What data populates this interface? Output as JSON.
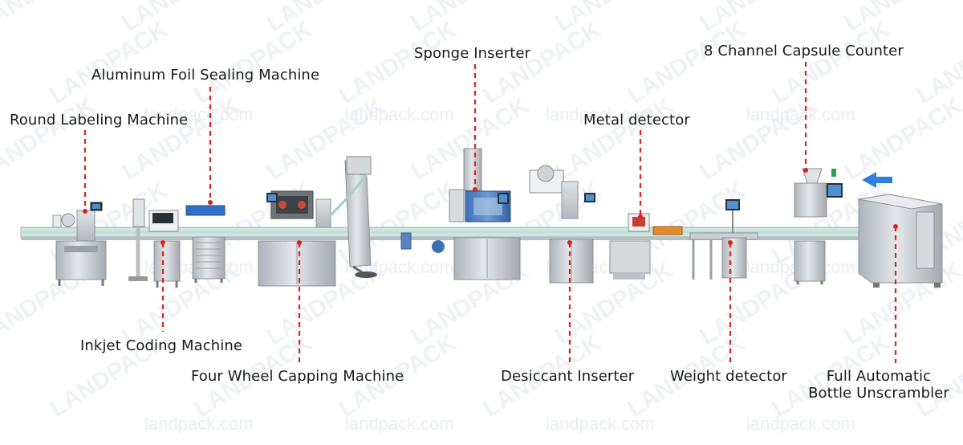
{
  "labels": {
    "round_labeling": "Round Labeling Machine",
    "aluminum_foil": "Aluminum Foil Sealing Machine",
    "inkjet": "Inkjet Coding Machine",
    "four_wheel": "Four Wheel Capping Machine",
    "sponge": "Sponge Inserter",
    "desiccant": "Desiccant Inserter",
    "metal": "Metal detector",
    "weight": "Weight detector",
    "capsule_counter": "8 Channel Capsule Counter",
    "unscrambler_line1": "Full Automatic",
    "unscrambler_line2": "Bottle Unscrambler"
  },
  "watermarks": {
    "logo_text": "LANDPACK",
    "url_text": "landpack.com"
  },
  "flow_direction": "left",
  "colors": {
    "leader": "#d9251d",
    "arrow": "#2f7fe0",
    "steel": "#c9cdd2",
    "watermark": "#e3e8f1"
  }
}
